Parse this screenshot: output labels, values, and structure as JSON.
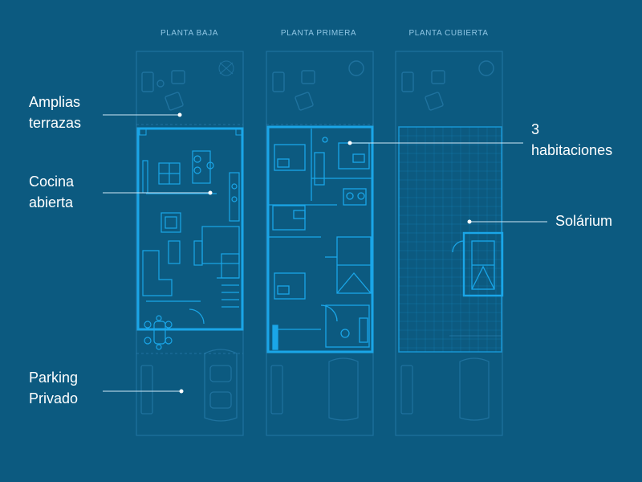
{
  "floors": [
    {
      "title": "PLANTA BAJA"
    },
    {
      "title": "PLANTA PRIMERA"
    },
    {
      "title": "PLANTA CUBIERTA"
    }
  ],
  "callouts": {
    "terraces": {
      "line1": "Amplias",
      "line2": "terrazas"
    },
    "kitchen": {
      "line1": "Cocina",
      "line2": "abierta"
    },
    "parking": {
      "line1": "Parking",
      "line2": "Privado"
    },
    "bedrooms": {
      "line1": "3",
      "line2": "habitaciones"
    },
    "solarium": {
      "line1": "Solárium"
    }
  },
  "colors": {
    "background": "#0c5a80",
    "blueprint": "#1aa6e8",
    "title": "#8fc6e4",
    "text": "#ffffff"
  }
}
